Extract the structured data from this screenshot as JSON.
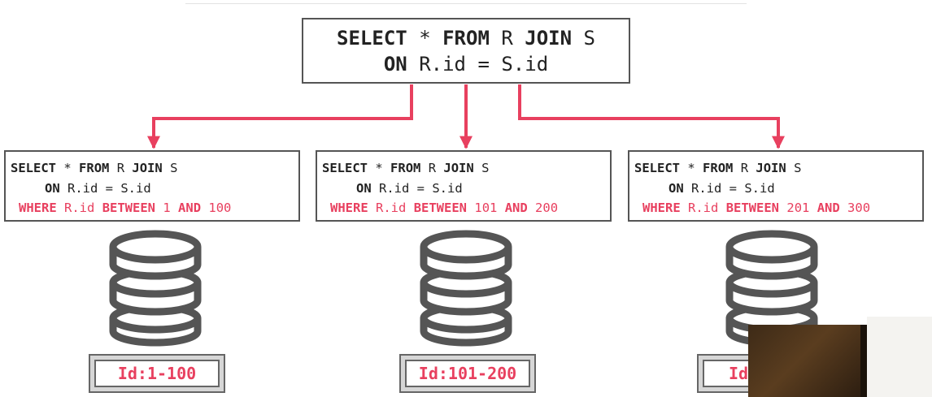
{
  "main_query": {
    "line1": {
      "kw1": "SELECT",
      "star": "*",
      "kw2": "FROM",
      "r": "R",
      "kw3": "JOIN",
      "s": "S"
    },
    "line2": {
      "kw": "ON",
      "cond": "R.id = S.id"
    }
  },
  "partitions": [
    {
      "select_kw": "SELECT",
      "star": "*",
      "from_kw": "FROM",
      "r": "R",
      "join_kw": "JOIN",
      "s": "S",
      "on_kw": "ON",
      "on_cond": "R.id = S.id",
      "where_kw": "WHERE",
      "col": "R.id",
      "between_kw": "BETWEEN",
      "low": "1",
      "and_kw": "AND",
      "high": "100",
      "label": "Id:1-100"
    },
    {
      "select_kw": "SELECT",
      "star": "*",
      "from_kw": "FROM",
      "r": "R",
      "join_kw": "JOIN",
      "s": "S",
      "on_kw": "ON",
      "on_cond": "R.id = S.id",
      "where_kw": "WHERE",
      "col": "R.id",
      "between_kw": "BETWEEN",
      "low": "101",
      "and_kw": "AND",
      "high": "200",
      "label": "Id:101-200"
    },
    {
      "select_kw": "SELECT",
      "star": "*",
      "from_kw": "FROM",
      "r": "R",
      "join_kw": "JOIN",
      "s": "S",
      "on_kw": "ON",
      "on_cond": "R.id = S.id",
      "where_kw": "WHERE",
      "col": "R.id",
      "between_kw": "BETWEEN",
      "low": "201",
      "and_kw": "AND",
      "high": "300",
      "label": "Id:"
    }
  ],
  "colors": {
    "accent": "#e8405f",
    "border": "#555555"
  }
}
